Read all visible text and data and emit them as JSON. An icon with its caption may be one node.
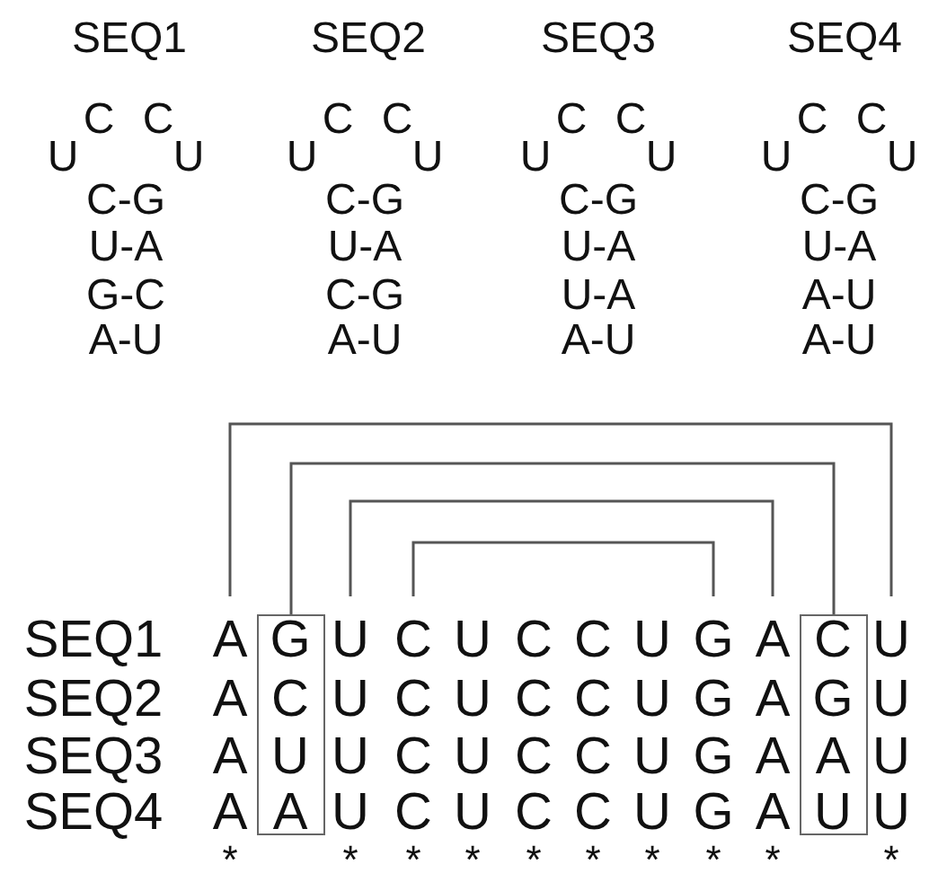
{
  "diagram": {
    "nodes": [
      {
        "text": [
          "G",
          "C",
          "U",
          "A"
        ]
      },
      {
        "text": [
          "C",
          "G",
          "A",
          "U"
        ]
      }
    ],
    "edges": [
      {
        "from": 0,
        "to": 1,
        "arrow": "none"
      }
    ],
    "labels": [
      "SEQ1",
      "SEQ2",
      "SEQ3",
      "SEQ4",
      "C",
      "C",
      "U",
      "U",
      "C-G",
      "U-A",
      "G-C",
      "A-U",
      "C",
      "C",
      "U",
      "U",
      "C-G",
      "U-A",
      "C-G",
      "A-U",
      "C",
      "C",
      "U",
      "U",
      "C-G",
      "U-A",
      "U-A",
      "A-U",
      "C",
      "C",
      "U",
      "U",
      "C-G",
      "U-A",
      "A-U",
      "A-U",
      "SEQ1",
      "A",
      "U",
      "C",
      "U",
      "C",
      "C",
      "U",
      "G",
      "A",
      "U",
      "SEQ2",
      "A",
      "U",
      "C",
      "U",
      "C",
      "C",
      "U",
      "G",
      "A",
      "U",
      "SEQ3",
      "A",
      "U",
      "C",
      "U",
      "C",
      "C",
      "U",
      "G",
      "A",
      "U",
      "SEQ4",
      "A",
      "U",
      "C",
      "U",
      "C",
      "C",
      "U",
      "G",
      "A",
      "U",
      "*",
      "*",
      "*",
      "*",
      "*",
      "*",
      "*",
      "*",
      "*",
      "*"
    ]
  }
}
